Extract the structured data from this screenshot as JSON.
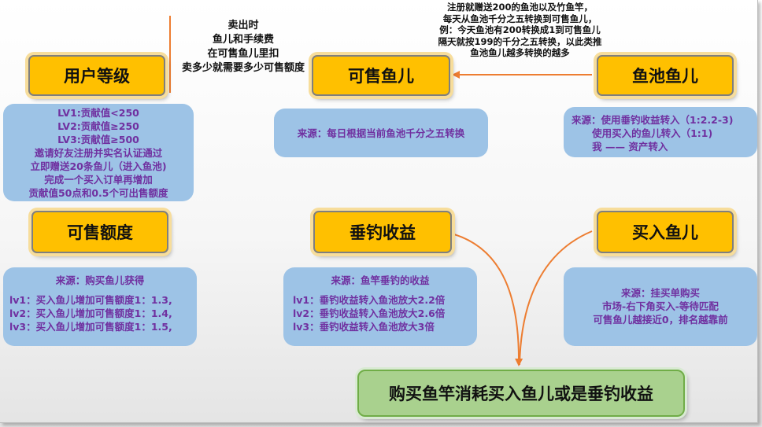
{
  "boxes": {
    "user_level": "用户等级",
    "sellable_fish": "可售鱼儿",
    "pond_fish": "鱼池鱼儿",
    "sell_quota": "可售额度",
    "fishing_income": "垂钓收益",
    "buy_fish": "买入鱼儿",
    "bottom": "购买鱼竿消耗买入鱼儿或是垂钓收益"
  },
  "notes": {
    "sell_note": [
      "卖出时",
      "鱼儿和手续费",
      "在可售鱼儿里扣",
      "卖多少就需要多少可售额度"
    ],
    "register_note": [
      "注册就赠送200的鱼池以及竹鱼竿，",
      "每天从鱼池千分之五转换到可售鱼儿，",
      "例：今天鱼池有200转换成1到可售鱼儿",
      "隔天就按199的千分之五转换，以此类推",
      "鱼池鱼儿越多转换的越多"
    ]
  },
  "panels": {
    "user_level": [
      "LV1:贡献值<250",
      "LV2:贡献值≥250",
      "LV3:贡献值≥500",
      "邀请好友注册并实名认证通过",
      "立即赠送20条鱼儿（进入鱼池)",
      "完成一个买入订单再增加",
      "贡献值50点和0.5个可出售额度"
    ],
    "sellable_fish": [
      "来源：每日根据当前鱼池千分之五转换"
    ],
    "pond_fish": [
      "来源：使用垂钓收益转入（1:2.2-3)",
      "      使用买入的鱼儿转入（1:1)",
      "      我 —— 资产转入"
    ],
    "sell_quota": [
      "来源：购买鱼儿获得",
      "",
      "lv1：买入鱼儿增加可售额度1：1.3,",
      "lv2：买入鱼儿增加可售额度1：1.4,",
      "lv3：买入鱼儿增加可售额度1：1.5,"
    ],
    "fishing_income": [
      "来源：鱼竿垂钓的收益",
      "",
      "lv1：垂钓收益转入鱼池放大2.2倍",
      "lv2：垂钓收益转入鱼池放大2.6倍",
      "lv3：垂钓收益转入鱼池放大3倍"
    ],
    "buy_fish": [
      "来源：挂买单购买",
      "市场-右下角买入-等待匹配",
      "可售鱼儿越接近0，排名越靠前"
    ]
  },
  "colors": {
    "yellow_box": "#ffc000",
    "blue_panel": "#9dc3e6",
    "panel_text": "#7030a0",
    "green_box": "#a9d18e",
    "arrow": "#ed7d31"
  }
}
